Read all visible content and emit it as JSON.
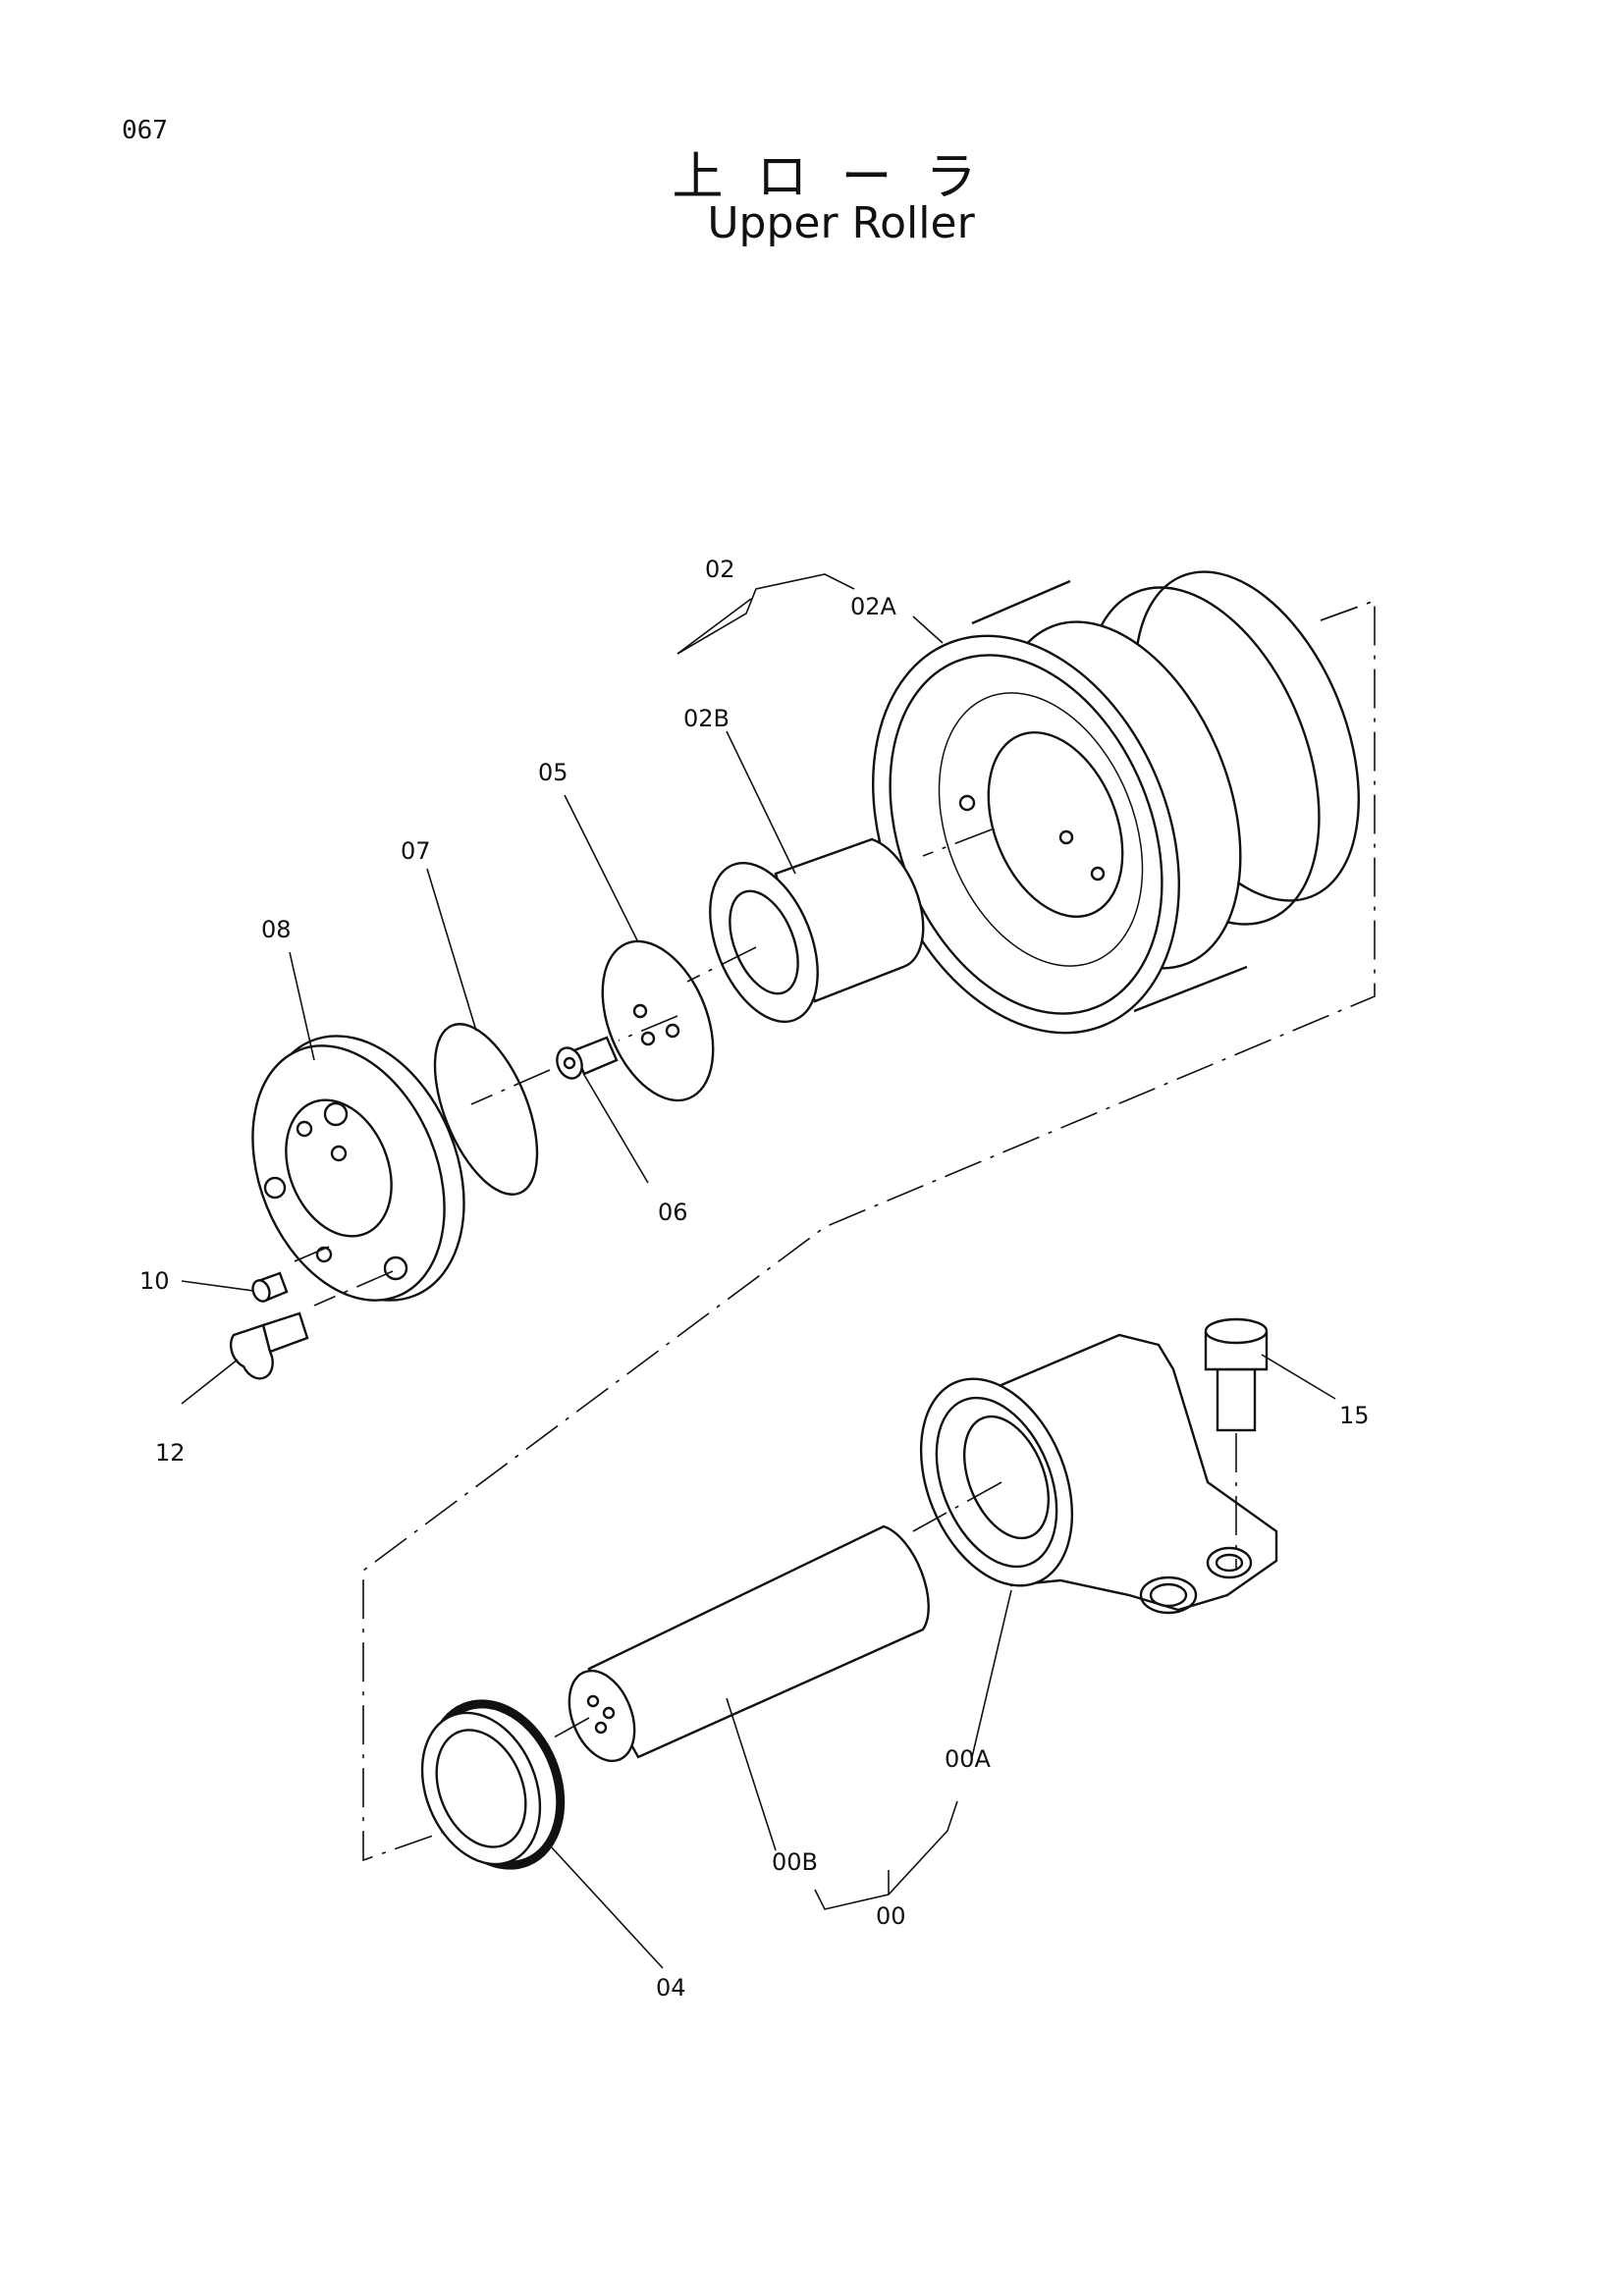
{
  "page": {
    "number": "067"
  },
  "title": {
    "japanese": "上ローラ",
    "english": "Upper Roller"
  },
  "callouts": [
    {
      "id": "02",
      "label": "02"
    },
    {
      "id": "02A",
      "label": "02A"
    },
    {
      "id": "02B",
      "label": "02B"
    },
    {
      "id": "05",
      "label": "05"
    },
    {
      "id": "07",
      "label": "07"
    },
    {
      "id": "08",
      "label": "08"
    },
    {
      "id": "06",
      "label": "06"
    },
    {
      "id": "10",
      "label": "10"
    },
    {
      "id": "12",
      "label": "12"
    },
    {
      "id": "15",
      "label": "15"
    },
    {
      "id": "00A",
      "label": "00A"
    },
    {
      "id": "00B",
      "label": "00B"
    },
    {
      "id": "00",
      "label": "00"
    },
    {
      "id": "04",
      "label": "04"
    }
  ]
}
